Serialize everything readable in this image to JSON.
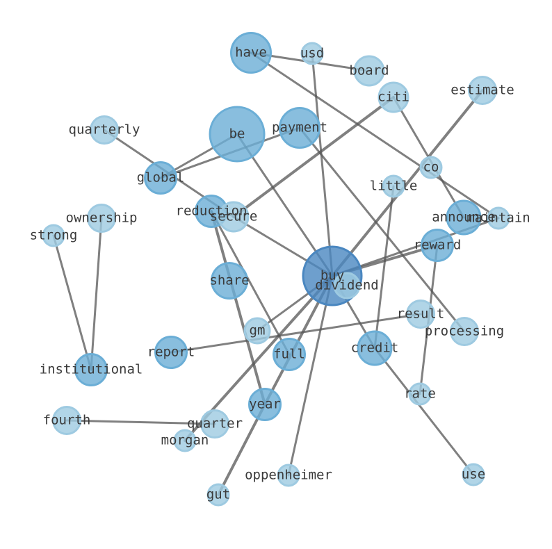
{
  "graph": {
    "colors": {
      "light": "#9ecae1",
      "mid": "#6baed6",
      "dark": "#4a87c0",
      "edge": "#555555"
    },
    "nodes": [
      {
        "id": "have",
        "label": "have",
        "weight": 0.55
      },
      {
        "id": "usd",
        "label": "usd",
        "weight": 0.1
      },
      {
        "id": "board",
        "label": "board",
        "weight": 0.3
      },
      {
        "id": "citi",
        "label": "citi",
        "weight": 0.3
      },
      {
        "id": "estimate",
        "label": "estimate",
        "weight": 0.25
      },
      {
        "id": "quarterly",
        "label": "quarterly",
        "weight": 0.25
      },
      {
        "id": "be",
        "label": "be",
        "weight": 0.9
      },
      {
        "id": "payment",
        "label": "payment",
        "weight": 0.55
      },
      {
        "id": "co",
        "label": "co",
        "weight": 0.1
      },
      {
        "id": "global",
        "label": "global",
        "weight": 0.35
      },
      {
        "id": "little",
        "label": "little",
        "weight": 0.1
      },
      {
        "id": "ownership",
        "label": "ownership",
        "weight": 0.25
      },
      {
        "id": "reduction",
        "label": "reduction",
        "weight": 0.35
      },
      {
        "id": "secure",
        "label": "secure",
        "weight": 0.3
      },
      {
        "id": "announce",
        "label": "announce",
        "weight": 0.4
      },
      {
        "id": "maintain",
        "label": "maintain",
        "weight": 0.1
      },
      {
        "id": "strong",
        "label": "strong",
        "weight": 0.1
      },
      {
        "id": "reward",
        "label": "reward",
        "weight": 0.35
      },
      {
        "id": "share",
        "label": "share",
        "weight": 0.45
      },
      {
        "id": "buy",
        "label": "buy",
        "weight": 1.0
      },
      {
        "id": "dividend",
        "label": "dividend",
        "weight": 0.2
      },
      {
        "id": "result",
        "label": "result",
        "weight": 0.25
      },
      {
        "id": "gm",
        "label": "gm",
        "weight": 0.2
      },
      {
        "id": "processing",
        "label": "processing",
        "weight": 0.25
      },
      {
        "id": "report",
        "label": "report",
        "weight": 0.35
      },
      {
        "id": "full",
        "label": "full",
        "weight": 0.35
      },
      {
        "id": "credit",
        "label": "credit",
        "weight": 0.4
      },
      {
        "id": "institutional",
        "label": "institutional",
        "weight": 0.35
      },
      {
        "id": "rate",
        "label": "rate",
        "weight": 0.1
      },
      {
        "id": "year",
        "label": "year",
        "weight": 0.35
      },
      {
        "id": "fourth",
        "label": "fourth",
        "weight": 0.25
      },
      {
        "id": "quarter",
        "label": "quarter",
        "weight": 0.25
      },
      {
        "id": "morgan",
        "label": "morgan",
        "weight": 0.1
      },
      {
        "id": "oppenheimer",
        "label": "oppenheimer",
        "weight": 0.1
      },
      {
        "id": "use",
        "label": "use",
        "weight": 0.1
      },
      {
        "id": "gut",
        "label": "gut",
        "weight": 0.1
      }
    ],
    "edges": [
      {
        "source": "have",
        "target": "board",
        "weight": 1
      },
      {
        "source": "have",
        "target": "maintain",
        "weight": 1
      },
      {
        "source": "usd",
        "target": "buy",
        "weight": 1
      },
      {
        "source": "citi",
        "target": "secure",
        "weight": 2
      },
      {
        "source": "citi",
        "target": "announce",
        "weight": 1
      },
      {
        "source": "estimate",
        "target": "buy",
        "weight": 2
      },
      {
        "source": "quarterly",
        "target": "secure",
        "weight": 1
      },
      {
        "source": "be",
        "target": "global",
        "weight": 1
      },
      {
        "source": "be",
        "target": "buy",
        "weight": 1
      },
      {
        "source": "payment",
        "target": "global",
        "weight": 1
      },
      {
        "source": "payment",
        "target": "processing",
        "weight": 1
      },
      {
        "source": "little",
        "target": "credit",
        "weight": 1
      },
      {
        "source": "ownership",
        "target": "institutional",
        "weight": 1
      },
      {
        "source": "strong",
        "target": "institutional",
        "weight": 1
      },
      {
        "source": "reduction",
        "target": "year",
        "weight": 2
      },
      {
        "source": "reduction",
        "target": "full",
        "weight": 1
      },
      {
        "source": "secure",
        "target": "buy",
        "weight": 1
      },
      {
        "source": "reward",
        "target": "buy",
        "weight": 2
      },
      {
        "source": "reward",
        "target": "rate",
        "weight": 1
      },
      {
        "source": "buy",
        "target": "credit",
        "weight": 1
      },
      {
        "source": "buy",
        "target": "year",
        "weight": 2
      },
      {
        "source": "buy",
        "target": "gm",
        "weight": 1
      },
      {
        "source": "buy",
        "target": "morgan",
        "weight": 2
      },
      {
        "source": "buy",
        "target": "oppenheimer",
        "weight": 1
      },
      {
        "source": "maintain",
        "target": "buy",
        "weight": 1
      },
      {
        "source": "result",
        "target": "report",
        "weight": 1
      },
      {
        "source": "credit",
        "target": "use",
        "weight": 1
      },
      {
        "source": "year",
        "target": "gut",
        "weight": 2
      },
      {
        "source": "fourth",
        "target": "quarter",
        "weight": 1
      }
    ]
  }
}
